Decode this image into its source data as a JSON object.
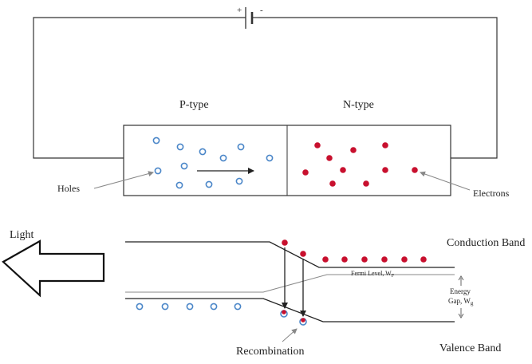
{
  "battery": {
    "plus": "+",
    "minus": "-"
  },
  "pn_junction": {
    "p_label": "P-type",
    "n_label": "N-type",
    "holes_label": "Holes",
    "electrons_label": "Electrons"
  },
  "band_diagram": {
    "light_label": "Light",
    "conduction_band_label": "Conduction Band",
    "valence_band_label": "Valence Band",
    "fermi_level_label": "Fermi Level, W",
    "fermi_level_sub": "F",
    "energy_gap_line1": "Energy",
    "energy_gap_line2": "Gap, W",
    "energy_gap_sub": "g",
    "recombination_label": "Recombination"
  },
  "colors": {
    "hole": "#4a86c8",
    "electron": "#c8102e",
    "line": "#222222"
  }
}
